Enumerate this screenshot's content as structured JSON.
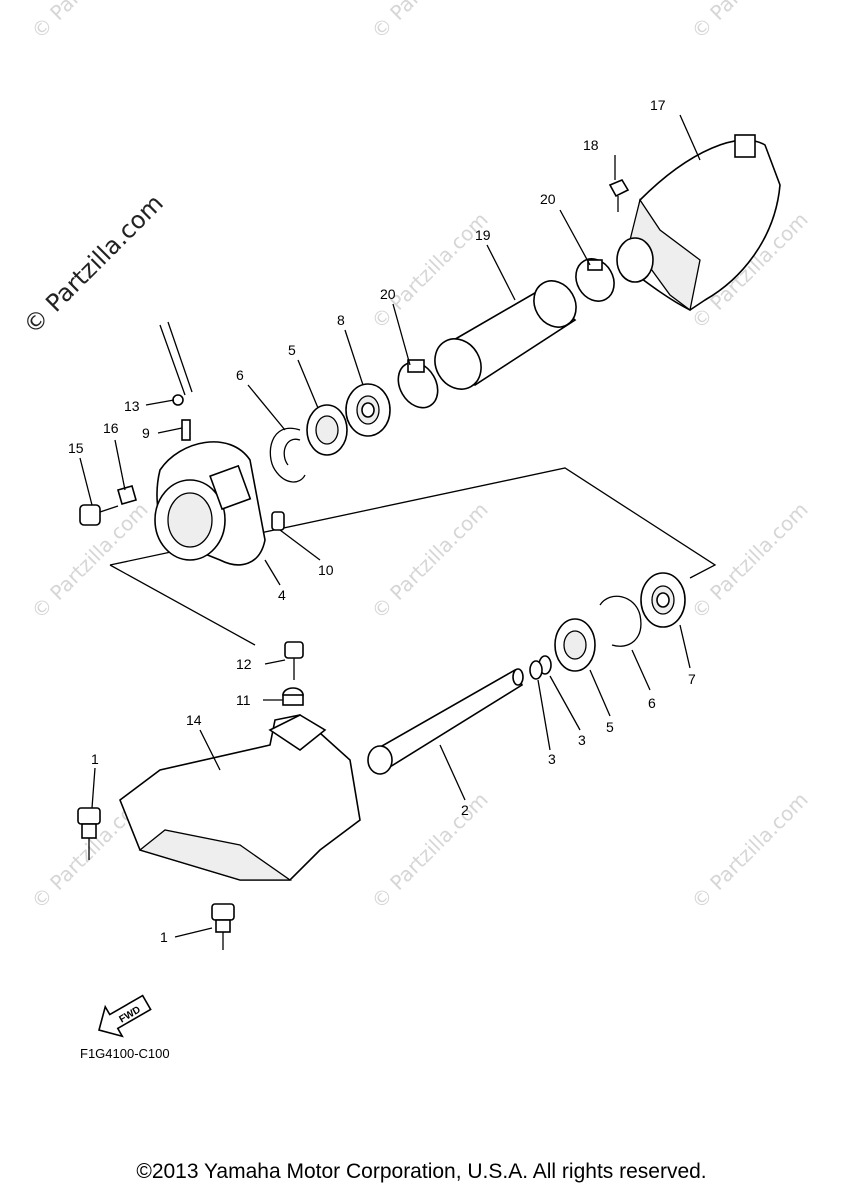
{
  "brand_watermark": "© Partzilla.com",
  "faint_watermark": "© Partzilla.com",
  "callouts": {
    "c1a": "1",
    "c1b": "1",
    "c2": "2",
    "c3a": "3",
    "c3b": "3",
    "c4": "4",
    "c5a": "5",
    "c5b": "5",
    "c6a": "6",
    "c6b": "6",
    "c7": "7",
    "c8": "8",
    "c9": "9",
    "c10": "10",
    "c11": "11",
    "c12": "12",
    "c13": "13",
    "c14": "14",
    "c15": "15",
    "c16": "16",
    "c17": "17",
    "c18": "18",
    "c19": "19",
    "c20a": "20",
    "c20b": "20"
  },
  "fwd_label": "FWD",
  "diagram_code": "F1G4100-C100",
  "copyright": "©2013 Yamaha Motor Corporation, U.S.A. All rights reserved."
}
